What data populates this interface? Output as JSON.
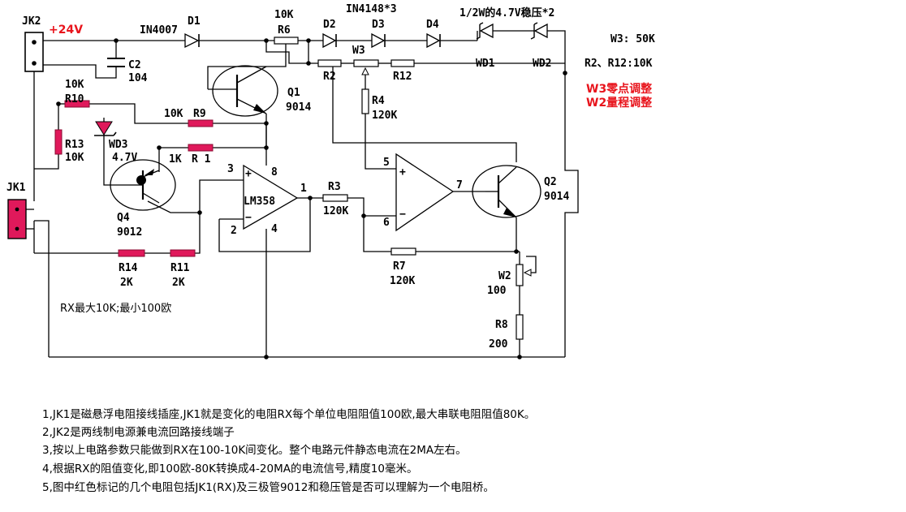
{
  "connectors": {
    "jk1": "JK1",
    "jk2": "JK2"
  },
  "supply": "+24V",
  "diodes": {
    "d1": "D1",
    "d1_part": "IN4007",
    "d2": "D2",
    "d3": "D3",
    "d4": "D4",
    "d_series_part": "IN4148*3",
    "wd1": "WD1",
    "wd2": "WD2",
    "zener_part": "1/2W的4.7V稳压*2",
    "wd3": "WD3",
    "wd3_value": "4.7V"
  },
  "capacitor": {
    "name": "C2",
    "value": "104"
  },
  "resistors": {
    "r6": "R6",
    "r6_value": "10K",
    "r2": "R2",
    "r12": "R12",
    "r4": "R4",
    "r4_value": "120K",
    "r10": "R10",
    "r10_value": "10K",
    "r9": "R9",
    "r9_value": "10K",
    "r13": "R13",
    "r13_value": "10K",
    "r1": "R 1",
    "r1_value": "1K",
    "r3": "R3",
    "r3_value": "120K",
    "r7": "R7",
    "r7_value": "120K",
    "r14": "R14",
    "r14_value": "2K",
    "r11": "R11",
    "r11_value": "2K",
    "r8": "R8",
    "r8_value": "200"
  },
  "pots": {
    "w3": "W3",
    "w2": "W2",
    "w2_value": "100"
  },
  "transistors": {
    "q1": "Q1",
    "q1_part": "9014",
    "q2": "Q2",
    "q2_part": "9014",
    "q4": "Q4",
    "q4_part": "9012"
  },
  "opamp": {
    "name": "LM358",
    "a_pin_plus": "3",
    "a_pin_minus": "2",
    "a_pin_v": "8",
    "a_pin_gnd": "4",
    "a_pin_out": "1",
    "b_pin_plus": "5",
    "b_pin_minus": "6",
    "b_pin_out": "7"
  },
  "spec_notes": {
    "w3": "W3: 50K",
    "r2_r12": "R2、R12:10K"
  },
  "adjust_notes": {
    "w3": "W3零点调整",
    "w2": "W2量程调整"
  },
  "rx_range": "RX最大10K;最小100欧",
  "notes": [
    "1,JK1是磁悬浮电阻接线插座,JK1就是变化的电阻RX每个单位电阻阻值100欧,最大串联电阻阻值80K。",
    "2,JK2是两线制电源兼电流回路接线端子",
    "3,按以上电路参数只能做到RX在100-10K间变化。整个电路元件静态电流在2MA左右。",
    "4,根据RX的阻值变化,即100欧-80K转换成4-20MA的电流信号,精度10毫米。",
    "5,图中红色标记的几个电阻包括JK1(RX)及三极管9012和稳压管是否可以理解为一个电阻桥。"
  ],
  "colors": {
    "highlight": "#e0195b",
    "note_red": "#e8141c"
  }
}
